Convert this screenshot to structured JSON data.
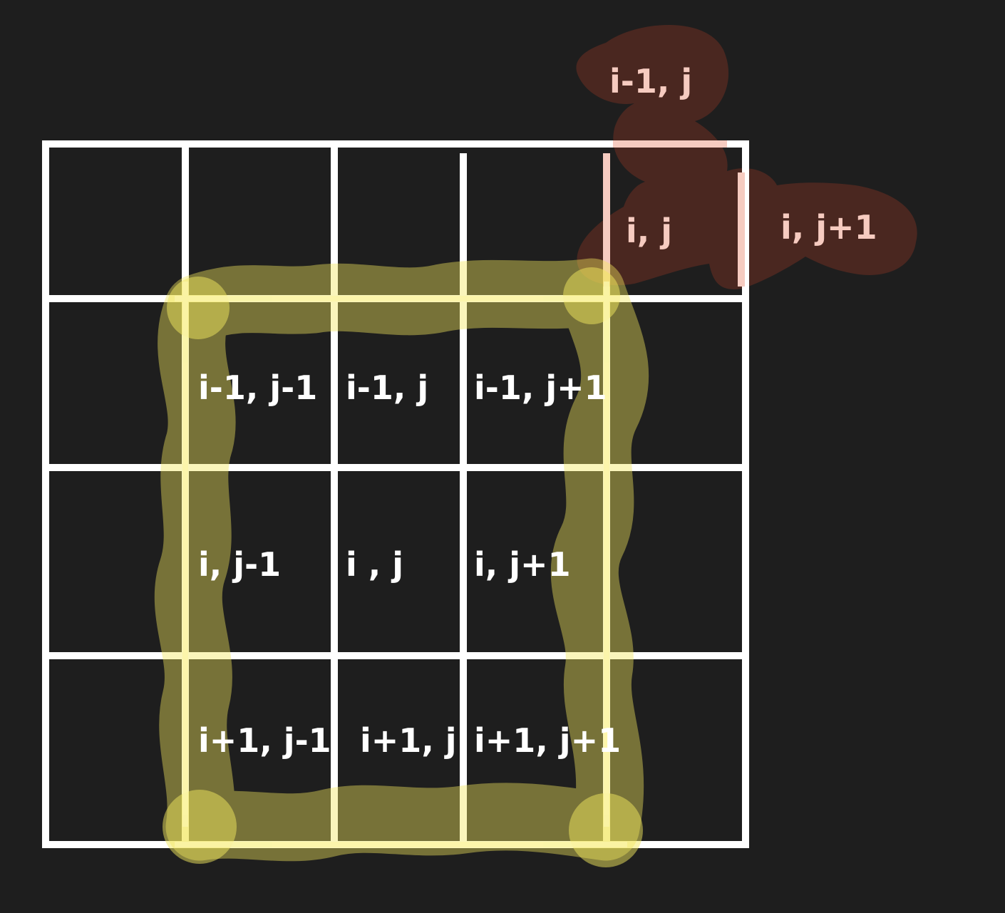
{
  "colors": {
    "background": "#1e1e1e",
    "grid_line": "#ffffff",
    "highlight_window": "#f2e85e",
    "highlight_window_opacity": 0.42,
    "highlight_neighbors": "#4a2720",
    "neighbors_line": "#f6cbc0",
    "label_white": "#ffffff",
    "label_pink": "#f6cbc0"
  },
  "grid_labels": {
    "r1c1": "i-1, j-1",
    "r1c2": "i-1, j",
    "r1c3": "i-1, j+1",
    "r2c1": "i, j-1",
    "r2c2": "i , j",
    "r2c3": "i, j+1",
    "r3c1": "i+1, j-1",
    "r3c2": "i+1, j",
    "r3c3": "i+1, j+1"
  },
  "corner_labels": {
    "top": "i-1, j",
    "center": "i, j",
    "right": "i, j+1"
  }
}
